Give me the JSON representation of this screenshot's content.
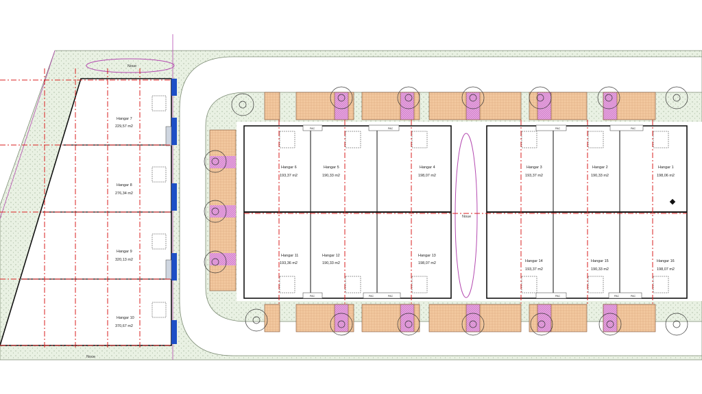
{
  "colors": {
    "background": "#ffffff",
    "green_space": "#e9f1e3",
    "green_edge": "#7c8b74",
    "hangar_outline": "#111111",
    "grid_red": "#d81e1e",
    "door_blue": "#1d4fc6",
    "storage_tan": "#f3c9a0",
    "planter_pink": "#e6a3df",
    "noue_outline": "#b44ab0"
  },
  "noue_labels": [
    "Noue",
    "Noue",
    "Noue"
  ],
  "pac_label": "PAC",
  "hangars_left": [
    {
      "name": "Hangar 7",
      "area": "229,57 m2"
    },
    {
      "name": "Hangar 8",
      "area": "276,34 m2"
    },
    {
      "name": "Hangar 9",
      "area": "320,13 m2"
    },
    {
      "name": "Hangar 10",
      "area": "370,67 m2"
    }
  ],
  "hangars_top": [
    {
      "name": "Hangar 6",
      "area": "193,37 m2"
    },
    {
      "name": "Hangar 5",
      "area": "190,33 m2"
    },
    {
      "name": "Hangar 4",
      "area": "198,07 m2"
    },
    {
      "name": "Hangar 3",
      "area": "193,37 m2"
    },
    {
      "name": "Hangar 2",
      "area": "190,33 m2"
    },
    {
      "name": "Hangar 1",
      "area": "198,06 m2"
    }
  ],
  "hangars_bottom": [
    {
      "name": "Hangar 11",
      "area": "193,36 m2"
    },
    {
      "name": "Hangar 12",
      "area": "190,33 m2"
    },
    {
      "name": "Hangar 13",
      "area": "198,07 m2"
    },
    {
      "name": "Hangar 14",
      "area": "193,37 m2"
    },
    {
      "name": "Hangar 15",
      "area": "190,33 m2"
    },
    {
      "name": "Hangar 16",
      "area": "198,07 m2"
    }
  ]
}
